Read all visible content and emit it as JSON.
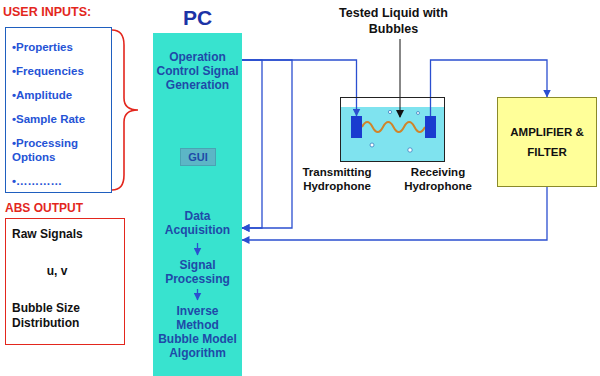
{
  "diagram": {
    "nodes": [
      {
        "text": [
          "USER INPUTS:",
          "•Properties",
          "•Frequencies",
          "•Amplitude",
          "•Sample Rate",
          "•Processing Options",
          "•…………"
        ]
      },
      {
        "text": [
          "PC"
        ]
      },
      {
        "text": [
          "Operation Control Signal Generation"
        ],
        "in": 1
      },
      {
        "text": [
          "GUI"
        ],
        "in": 1
      },
      {
        "text": [
          "Data Acquisition"
        ],
        "in": 1
      },
      {
        "text": [
          "Signal Processing"
        ],
        "in": 1
      },
      {
        "text": [
          "Inverse Method Bubble Model Algorithm"
        ],
        "in": 1
      },
      {
        "text": [
          "Tested Liquid with Bubbles"
        ]
      },
      {
        "text": [
          "Transmitting Hydrophone"
        ],
        "in": 7
      },
      {
        "text": [
          "Receiving Hydrophone"
        ],
        "in": 7
      },
      {
        "text": [
          "AMPLIFIER & FILTER"
        ]
      },
      {
        "text": [
          "ABS OUTPUT",
          "Raw Signals",
          "u, v",
          "Bubble Size Distribution"
        ]
      }
    ],
    "edges": [
      {
        "from": 2,
        "to": 8,
        "arrow": "to"
      },
      {
        "from": 2,
        "to": 4,
        "arrow": "to"
      },
      {
        "from": 2,
        "to": 4,
        "arrow": "to"
      },
      {
        "from": 9,
        "to": 10,
        "arrow": "to"
      },
      {
        "from": 10,
        "to": 4,
        "arrow": "to"
      },
      {
        "from": 4,
        "to": 5,
        "arrow": "to"
      },
      {
        "from": 5,
        "to": 6,
        "arrow": "to"
      }
    ]
  }
}
